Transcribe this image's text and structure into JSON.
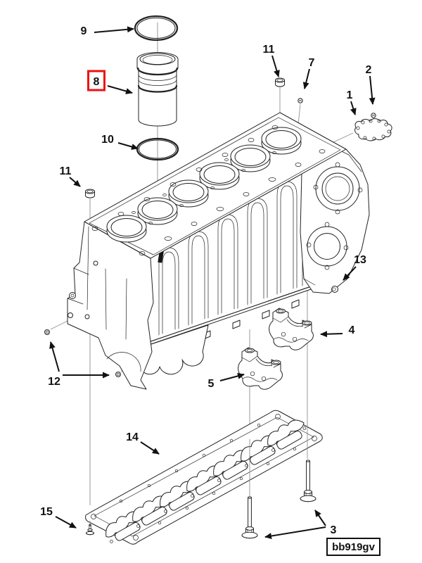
{
  "diagram": {
    "code": "bb919gv",
    "background": "#ffffff",
    "line_color": "#222222",
    "construction_line_color": "#909090",
    "highlight_color": "#ee1111"
  },
  "callouts": [
    {
      "label": "9",
      "highlighted": false
    },
    {
      "label": "8",
      "highlighted": true
    },
    {
      "label": "10",
      "highlighted": false
    },
    {
      "label": "11",
      "highlighted": false
    },
    {
      "label": "7",
      "highlighted": false
    },
    {
      "label": "2",
      "highlighted": false
    },
    {
      "label": "1",
      "highlighted": false
    },
    {
      "label": "11",
      "highlighted": false
    },
    {
      "label": "13",
      "highlighted": false
    },
    {
      "label": "4",
      "highlighted": false
    },
    {
      "label": "5",
      "highlighted": false
    },
    {
      "label": "12",
      "highlighted": false
    },
    {
      "label": "14",
      "highlighted": false
    },
    {
      "label": "15",
      "highlighted": false
    },
    {
      "label": "3",
      "highlighted": false
    }
  ]
}
